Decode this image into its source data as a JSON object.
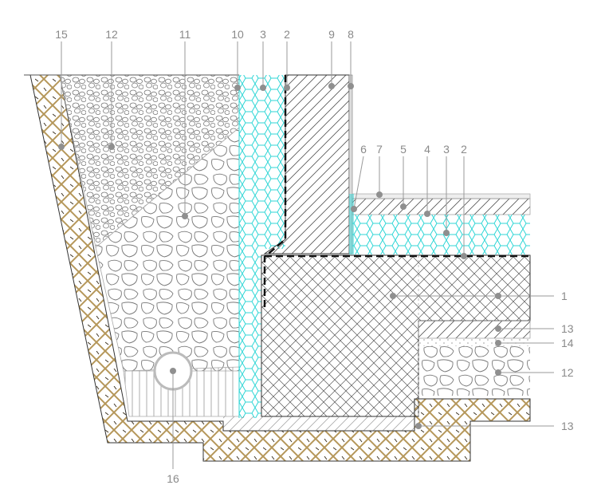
{
  "colors": {
    "soil": "#b5975a",
    "insulation": "#2fd6d6",
    "hatch": "#3a3a3a",
    "label": "#8a8a8a",
    "leader": "#9a9a9a"
  },
  "labels": {
    "top": [
      {
        "id": "15",
        "text": "15"
      },
      {
        "id": "12",
        "text": "12"
      },
      {
        "id": "11",
        "text": "11"
      },
      {
        "id": "10",
        "text": "10"
      },
      {
        "id": "3a",
        "text": "3"
      },
      {
        "id": "2a",
        "text": "2"
      },
      {
        "id": "9",
        "text": "9"
      },
      {
        "id": "8",
        "text": "8"
      }
    ],
    "mid": [
      {
        "id": "6",
        "text": "6"
      },
      {
        "id": "7",
        "text": "7"
      },
      {
        "id": "5",
        "text": "5"
      },
      {
        "id": "4",
        "text": "4"
      },
      {
        "id": "3b",
        "text": "3"
      },
      {
        "id": "2b",
        "text": "2"
      }
    ],
    "right": [
      {
        "id": "1",
        "text": "1"
      },
      {
        "id": "13a",
        "text": "13"
      },
      {
        "id": "14",
        "text": "14"
      },
      {
        "id": "12b",
        "text": "12"
      },
      {
        "id": "13b",
        "text": "13"
      }
    ],
    "bottom": [
      {
        "id": "16",
        "text": "16"
      }
    ]
  }
}
